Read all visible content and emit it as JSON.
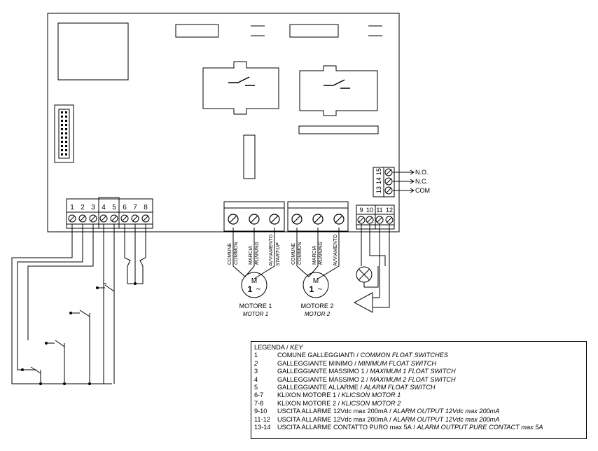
{
  "terminals": {
    "left": [
      "1",
      "2",
      "3",
      "4",
      "5",
      "6",
      "7",
      "8"
    ],
    "alarm": [
      "9",
      "10",
      "11",
      "12"
    ],
    "relay": [
      "13",
      "14",
      "15"
    ]
  },
  "relay_outputs": [
    "N.O.",
    "N.C.",
    "COM"
  ],
  "motor1": {
    "terminals": [
      {
        "it": "COMUNE",
        "en": "COMMON"
      },
      {
        "it": "MARCIA",
        "en": "RUNNING"
      },
      {
        "it": "AVVIAMENTO",
        "en": "START-UP"
      }
    ],
    "symbol_letter": "M",
    "symbol_phase": "1",
    "symbol_ac": "~",
    "label_it": "MOTORE 1",
    "label_en": "MOTOR 1"
  },
  "motor2": {
    "terminals": [
      {
        "it": "COMUNE",
        "en": "COMMON"
      },
      {
        "it": "MARCIA",
        "en": "RUNNING"
      },
      {
        "it": "AVVIAMENTO",
        "en": ""
      }
    ],
    "symbol_letter": "M",
    "symbol_phase": "1",
    "symbol_ac": "~",
    "label_it": "MOTORE 2",
    "label_en": "MOTOR 2"
  },
  "legend": {
    "title_it": "LEGENDA",
    "title_sep": " / ",
    "title_en": "KEY",
    "rows": [
      {
        "key": "1",
        "it": "COMUNE GALLEGGIANTI",
        "en": "COMMON FLOAT SWITCHES"
      },
      {
        "key": "2",
        "it": "GALLEGGIANTE MINIMO",
        "en": "MINIMUM FLOAT SWITCH"
      },
      {
        "key": "3",
        "it": "GALLEGGIANTE MASSIMO 1",
        "en": "MAXIMUM 1 FLOAT SWITCH"
      },
      {
        "key": "4",
        "it": "GALLEGGIANTE MASSIMO 2",
        "en": "MAXIMUM 2 FLOAT SWITCH"
      },
      {
        "key": "5",
        "it": "GALLEGGIANTE ALLARME",
        "en": "ALARM FLOAT SWITCH"
      },
      {
        "key": "6-7",
        "it": "KLIXON MOTORE 1",
        "en": "KLICSON MOTOR 1"
      },
      {
        "key": "7-8",
        "it": "KLIXON MOTORE 2",
        "en": "KLICSON MOTOR 2"
      },
      {
        "key": "9-10",
        "it": "USCITA ALLARME 12Vdc max 200mA",
        "en": "ALARM OUTPUT 12Vdc max 200mA"
      },
      {
        "key": "11-12",
        "it": "USCITA ALLARME 12Vdc max 200mA",
        "en": "ALARM OUTPUT 12Vdc max 200mA"
      },
      {
        "key": "13-14",
        "it": "USCITA ALLARME CONTATTO PURO max 5A",
        "en": "ALARM OUTPUT PURE CONTACT max 5A"
      }
    ]
  }
}
